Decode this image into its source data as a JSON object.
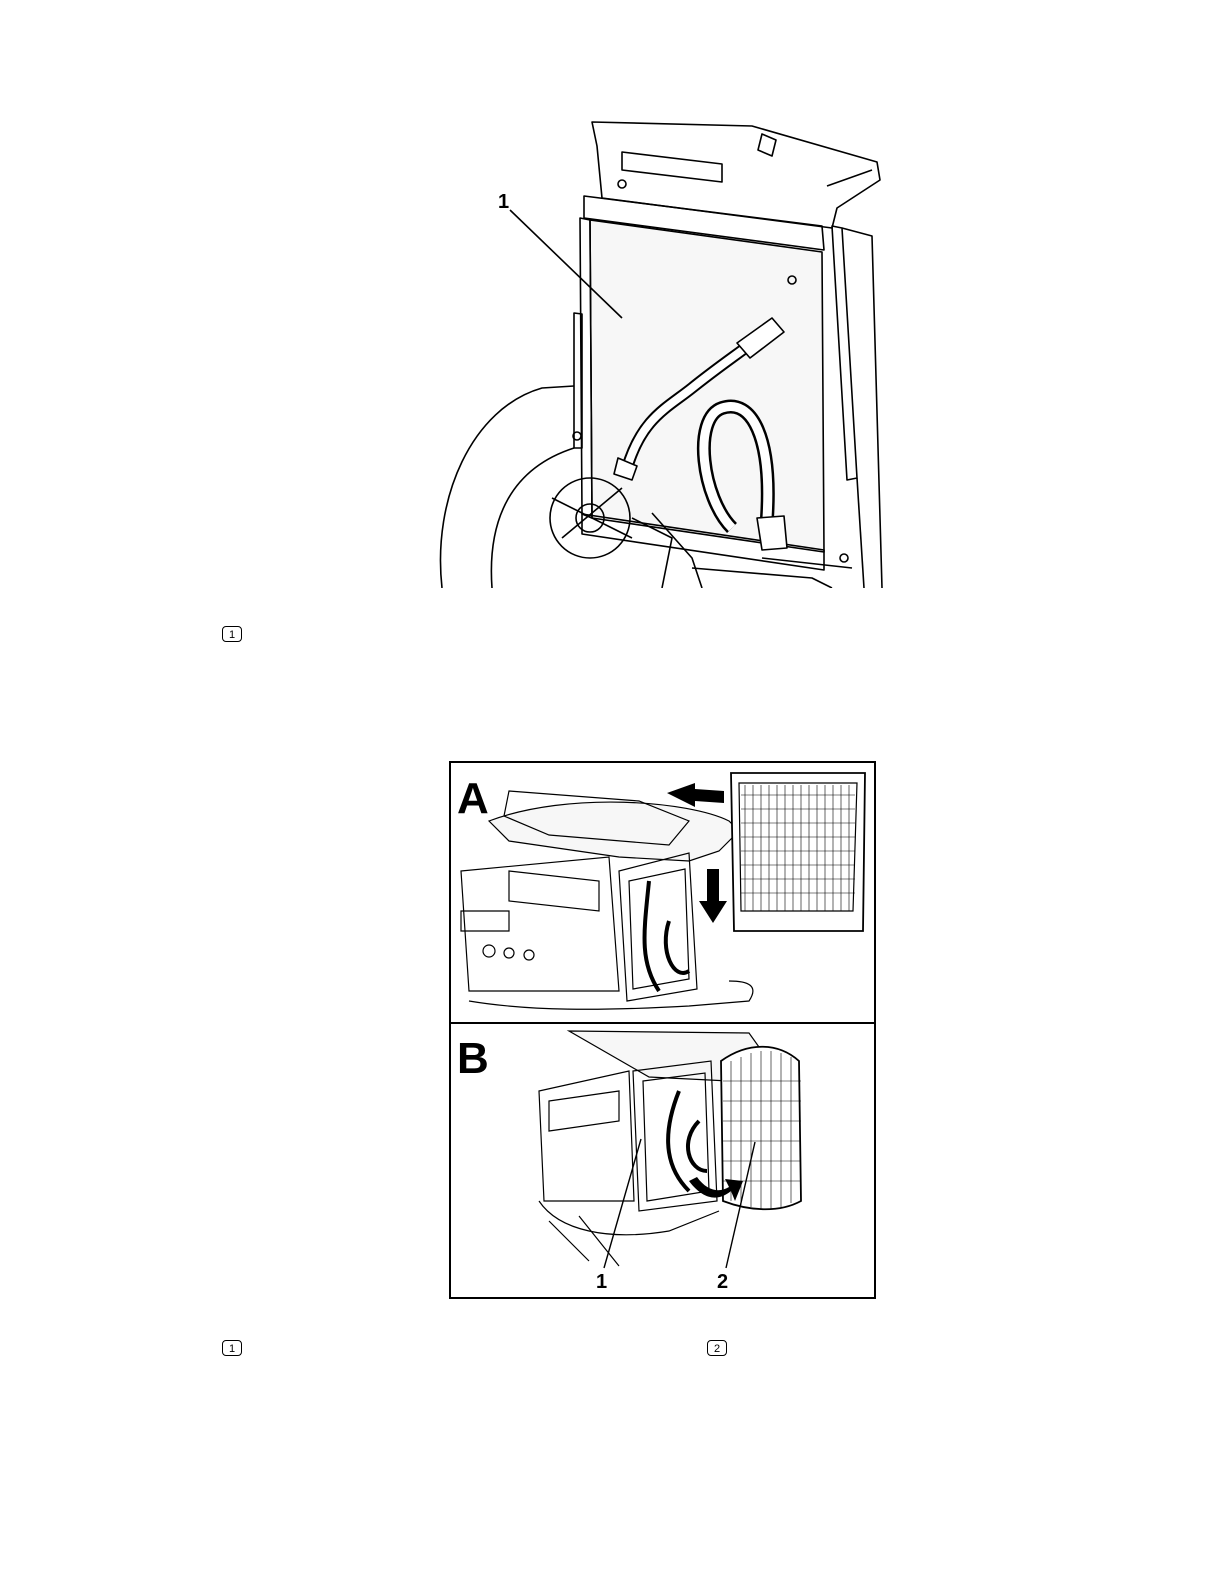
{
  "figure1": {
    "callout_label": "1"
  },
  "figure2": {
    "panel_a_label": "A",
    "panel_b_label": "B",
    "callout_1": "1",
    "callout_2": "2"
  },
  "legend1": {
    "items": [
      "1"
    ]
  },
  "legend2": {
    "items": [
      "1",
      "2"
    ]
  }
}
